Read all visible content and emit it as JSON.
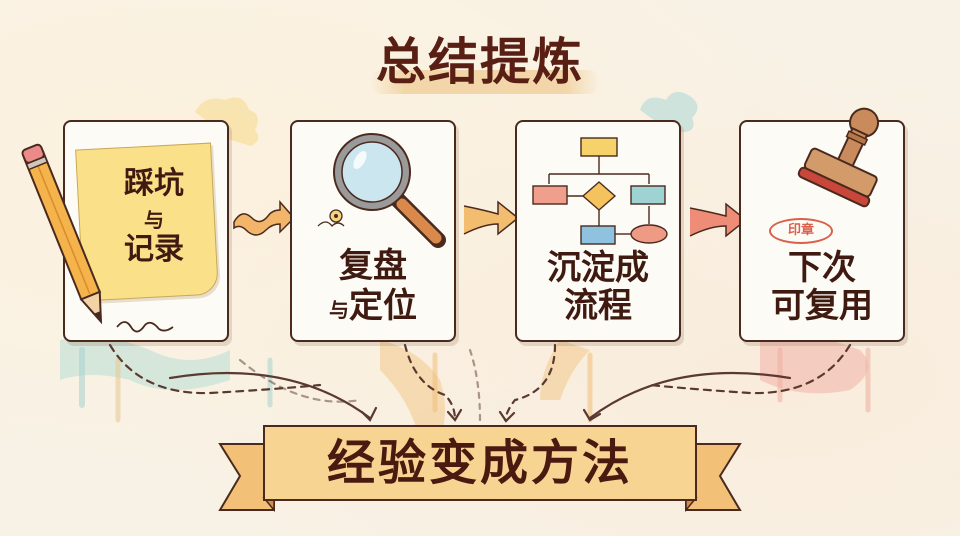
{
  "title": "总结提炼",
  "steps": [
    {
      "id": "record",
      "line1": "踩坑",
      "connector": "与",
      "line2": "记录",
      "icon": "pencil-and-sticky-note-icon"
    },
    {
      "id": "review",
      "line1": "复盘",
      "connector": "与",
      "line2": "定位",
      "icon": "magnifying-glass-icon"
    },
    {
      "id": "process",
      "line1": "沉淀成",
      "line2": "流程",
      "icon": "flowchart-icon"
    },
    {
      "id": "reuse",
      "line1": "下次",
      "line2": "可复用",
      "icon": "rubber-stamp-icon",
      "stamp_text": "印章"
    }
  ],
  "arrows": [
    "wavy-arrow",
    "orange-arrow",
    "red-arrow"
  ],
  "banner": {
    "text": "经验变成方法"
  },
  "colors": {
    "title": "#5a1f14",
    "text": "#3f1a10",
    "border": "#4a2a1e",
    "sticky_note": "#fbe08a",
    "banner": "#f6cf86",
    "arrow_orange": "#f2b56a",
    "arrow_red": "#ef8c78",
    "background": "#f8f2e6"
  }
}
